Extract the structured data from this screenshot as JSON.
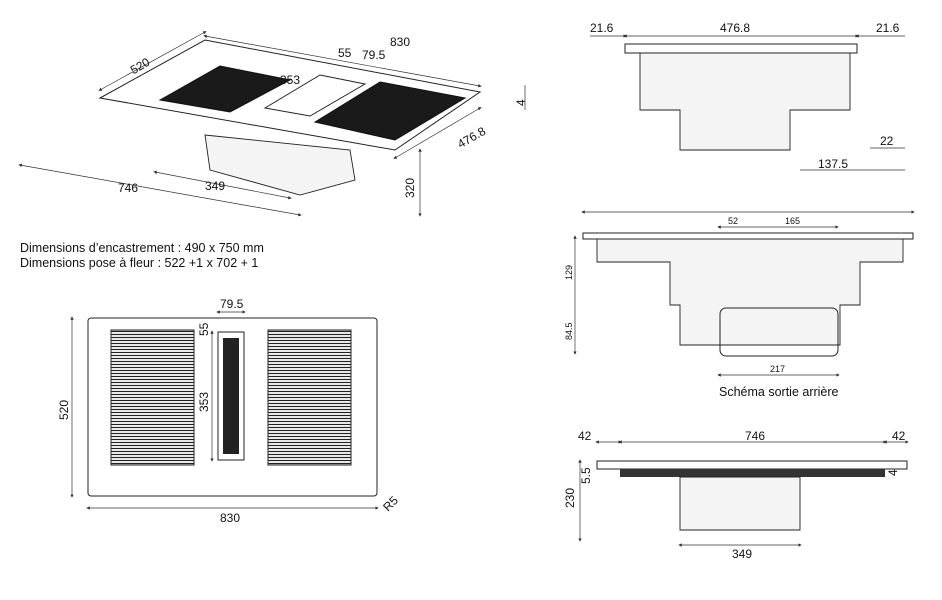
{
  "iso_view": {
    "width": "830",
    "depth": "520",
    "vent_offset": "55",
    "vent_width": "79.5",
    "vent_length": "353",
    "thickness": "4",
    "side_depth": "476.8",
    "base_width": "746",
    "motor_width": "349",
    "height": "320"
  },
  "notes": {
    "cutout": "Dimensions d’encastrement : 490 x 750 mm",
    "flush": "Dimensions pose à fleur : 522 +1 x 702 + 1"
  },
  "top_view": {
    "vent_width": "79.5",
    "vent_offset": "55",
    "vent_length": "353",
    "depth": "520",
    "width": "830",
    "radius": "R5"
  },
  "side_view": {
    "left_edge": "21.6",
    "body_width": "476.8",
    "right_edge": "21.6",
    "offset": "22",
    "outlet": "137.5"
  },
  "rear_outlet_view": {
    "dim_a": "52",
    "dim_b": "165",
    "height_a": "129",
    "height_b": "84.5",
    "outlet_width": "217",
    "caption": "Schéma sortie arrière"
  },
  "front_view": {
    "left_edge": "42",
    "body_width": "746",
    "right_edge": "42",
    "glass": "5.5",
    "thickness": "4",
    "height": "230",
    "motor_width": "349"
  }
}
